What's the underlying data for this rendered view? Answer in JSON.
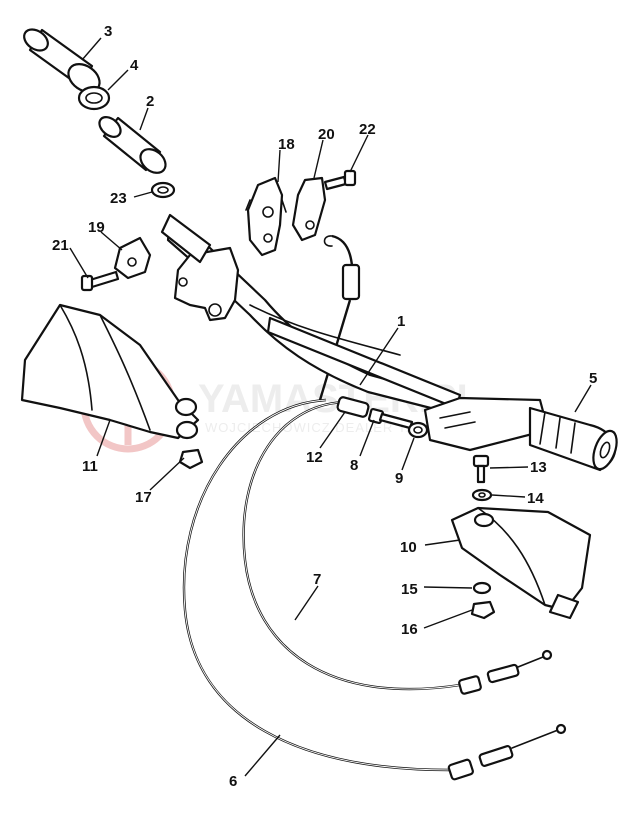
{
  "watermark": {
    "site": "YAMASTER.PL",
    "tagline": "WOJCIECHOWICZ DEALER YAMAHA",
    "logo_color": "#f2c6c6"
  },
  "callouts": [
    "1",
    "2",
    "3",
    "4",
    "5",
    "6",
    "7",
    "8",
    "9",
    "10",
    "11",
    "12",
    "13",
    "14",
    "15",
    "16",
    "17",
    "18",
    "19",
    "20",
    "21",
    "22",
    "23"
  ],
  "colors": {
    "line": "#111111",
    "background": "#ffffff"
  }
}
